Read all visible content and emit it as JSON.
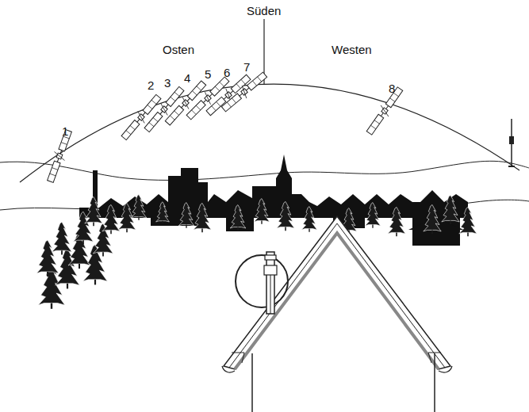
{
  "diagram": {
    "labels": [
      "Süden",
      "Osten",
      "Westen",
      "1",
      "2",
      "3",
      "4",
      "5",
      "6",
      "7",
      "8"
    ]
  }
}
